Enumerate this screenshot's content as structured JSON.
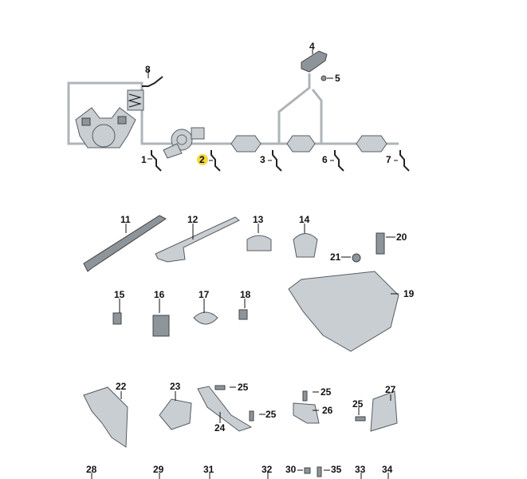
{
  "callouts": {
    "c1": "1",
    "c2": "2",
    "c3": "3",
    "c4": "4",
    "c5": "5",
    "c6": "6",
    "c7": "7",
    "c8": "8",
    "c11": "11",
    "c12": "12",
    "c13": "13",
    "c14": "14",
    "c15": "15",
    "c16": "16",
    "c17": "17",
    "c18": "18",
    "c19": "19",
    "c20": "20",
    "c21": "21",
    "c22": "22",
    "c23": "23",
    "c24": "24",
    "c25a": "25",
    "c25b": "25",
    "c25c": "25",
    "c25d": "25",
    "c26": "26",
    "c27": "27",
    "c28": "28",
    "c29": "29",
    "c30": "30",
    "c31": "31",
    "c32": "32",
    "c33": "33",
    "c34": "34",
    "c35": "35"
  },
  "highlighted_callout": "2",
  "colors": {
    "highlight": "#f5d742",
    "part": "#c9ced2",
    "pipe": "#aeb4b8"
  }
}
